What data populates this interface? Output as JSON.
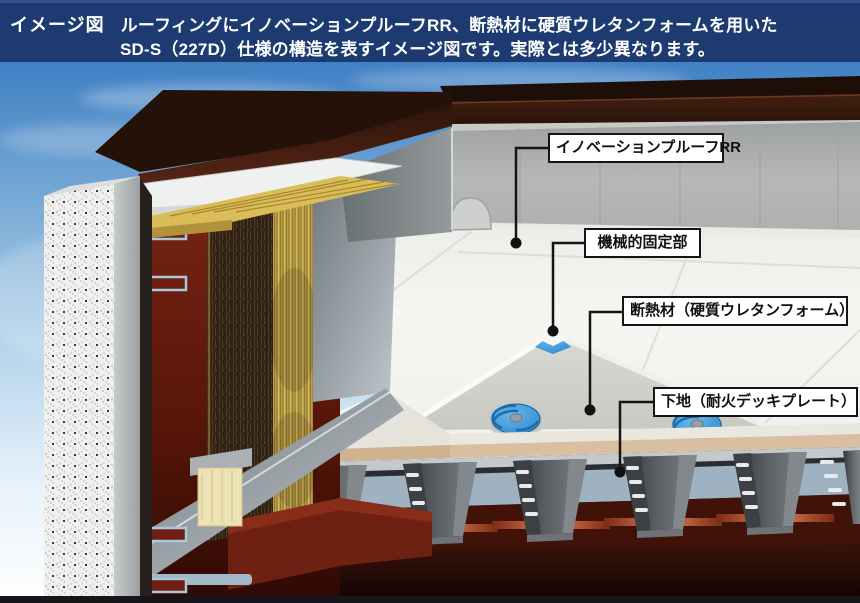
{
  "header": {
    "title": "イメージ図",
    "line1": "ルーフィングにイノベーションプルーフRR、断熱材に硬質ウレタンフォームを用いた",
    "line2": "SD-S（227D）仕様の構造を表すイメージ図です。実際とは多少異なります。",
    "bg_color": "#1d3a71",
    "text_color": "#ffffff"
  },
  "diagram": {
    "type": "roof-construction-cutaway",
    "labels": [
      {
        "id": "innovation-proof-rr",
        "text": "イノベーションプルーフRR"
      },
      {
        "id": "mechanical-fixing",
        "text": "機械的固定部"
      },
      {
        "id": "insulation",
        "text": "断熱材（硬質ウレタンフォーム）"
      },
      {
        "id": "deck-base",
        "text": "下地（耐火デッキプレート）"
      }
    ],
    "colors": {
      "sky_top": "#3d7ec3",
      "sky_bottom": "#ffffff",
      "membrane_white": "#f3f4f0",
      "insulation_gray": "#d3d4ce",
      "fastener_blue": "#3f98d8",
      "parapet_cap_dark": "#241208",
      "parapet_cap_front": "#4a2014",
      "wall_gray": "#b3b5b4",
      "steel_red": "#722013",
      "deck_gray": "#54585c",
      "board_tan": "#d8bf9f",
      "glasswool_yellow": "#bfa449",
      "fiberboard_brown": "#3b2c1b",
      "concrete_white": "#f0f0ee"
    }
  }
}
